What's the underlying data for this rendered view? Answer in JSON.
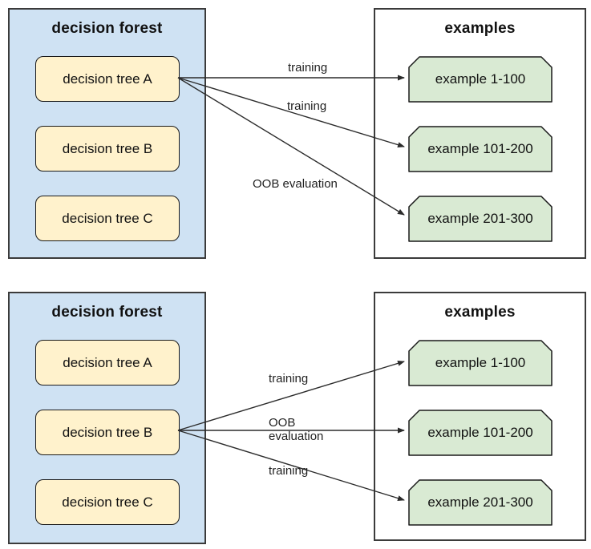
{
  "colors": {
    "forest_fill": "#cfe2f3",
    "tree_fill": "#fff2cc",
    "example_fill": "#d9ead3",
    "panel_border": "#3b3b3b",
    "arrow": "#2b2b2b"
  },
  "top": {
    "forest": {
      "title": "decision forest",
      "trees": [
        "decision tree A",
        "decision tree B",
        "decision tree C"
      ]
    },
    "examples": {
      "title": "examples",
      "items": [
        "example 1-100",
        "example 101-200",
        "example 201-300"
      ]
    },
    "arrow_labels": [
      "training",
      "training",
      "OOB evaluation"
    ]
  },
  "bottom": {
    "forest": {
      "title": "decision forest",
      "trees": [
        "decision tree A",
        "decision tree B",
        "decision tree C"
      ]
    },
    "examples": {
      "title": "examples",
      "items": [
        "example 1-100",
        "example 101-200",
        "example 201-300"
      ]
    },
    "arrow_labels": [
      "training",
      "OOB evaluation",
      "training"
    ]
  }
}
